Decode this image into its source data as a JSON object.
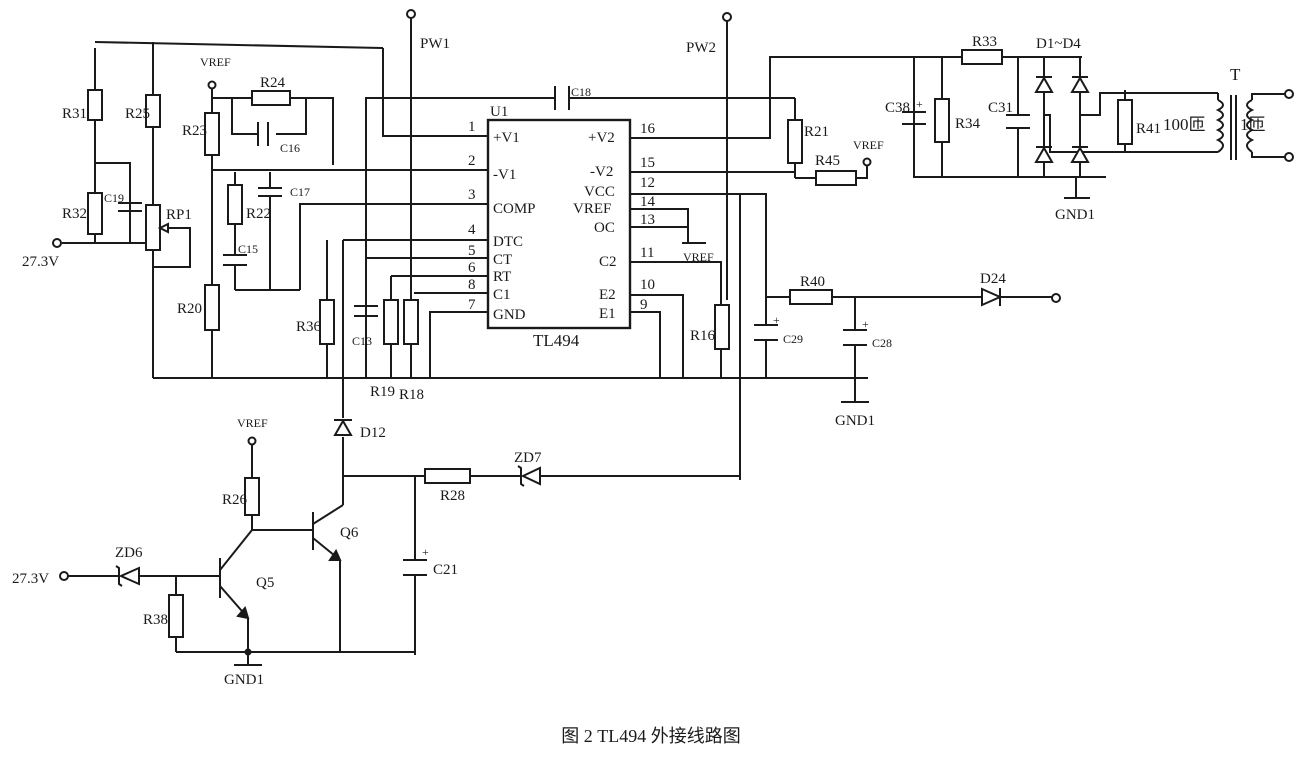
{
  "caption": "图 2    TL494 外接线路图",
  "ic": {
    "ref": "U1",
    "part": "TL494",
    "pins_left": [
      {
        "num": "1",
        "name": "+V1"
      },
      {
        "num": "2",
        "name": "-V1"
      },
      {
        "num": "3",
        "name": "COMP"
      },
      {
        "num": "4",
        "name": "DTC"
      },
      {
        "num": "5",
        "name": "CT"
      },
      {
        "num": "6",
        "name": "RT"
      },
      {
        "num": "8",
        "name": "C1"
      },
      {
        "num": "7",
        "name": "GND"
      }
    ],
    "pins_right": [
      {
        "num": "16",
        "name": "+V2"
      },
      {
        "num": "15",
        "name": "-V2"
      },
      {
        "num": "12",
        "name": "VCC"
      },
      {
        "num": "14",
        "name": "VREF"
      },
      {
        "num": "13",
        "name": "OC"
      },
      {
        "num": "11",
        "name": "C2"
      },
      {
        "num": "10",
        "name": "E2"
      },
      {
        "num": "9",
        "name": "E1"
      }
    ]
  },
  "labels": {
    "pw1": "PW1",
    "pw2": "PW2",
    "v_in_top": "27.3V",
    "v_in_bottom": "27.3V",
    "gnd_left": "GND1",
    "gnd_mid": "GND1",
    "gnd_right": "GND1",
    "vref_a": "VREF",
    "vref_b": "VREF",
    "vref_c": "VREF",
    "vref_d": "VREF",
    "rp1": "RP1",
    "r31": "R31",
    "r32": "R32",
    "r25": "R25",
    "r23": "R23",
    "r24": "R24",
    "r22": "R22",
    "r20": "R20",
    "r36": "R36",
    "r19": "R19",
    "r18": "R18",
    "r21": "R21",
    "r45": "R45",
    "r16": "R16",
    "r40": "R40",
    "r26": "R26",
    "r38": "R38",
    "r28": "R28",
    "r33": "R33",
    "r34": "R34",
    "r41": "R41",
    "c19": "C19",
    "c16": "C16",
    "c17": "C17",
    "c15": "C15",
    "c13": "C13",
    "c18": "C18",
    "c29": "C29",
    "c28": "C28",
    "c21": "C21",
    "c38": "C38",
    "c31": "C31",
    "d12": "D12",
    "d24": "D24",
    "d1d4": "D1~D4",
    "zd6": "ZD6",
    "zd7": "ZD7",
    "q5": "Q5",
    "q6": "Q6",
    "t": "T",
    "hundred_turns": "100匝",
    "one_turn": "1匝"
  }
}
